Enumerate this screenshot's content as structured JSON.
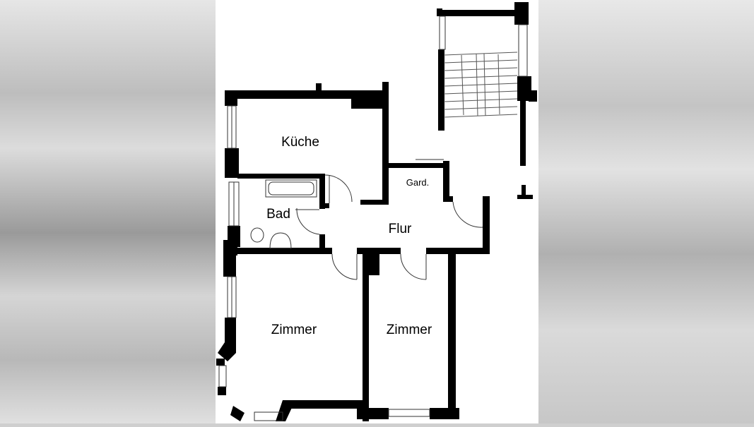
{
  "rooms": {
    "kitchen": "Küche",
    "bath": "Bad",
    "hall": "Flur",
    "wardrobe": "Gard.",
    "room_left": "Zimmer",
    "room_right": "Zimmer"
  },
  "colors": {
    "wall": "#000000",
    "background": "#ffffff"
  }
}
